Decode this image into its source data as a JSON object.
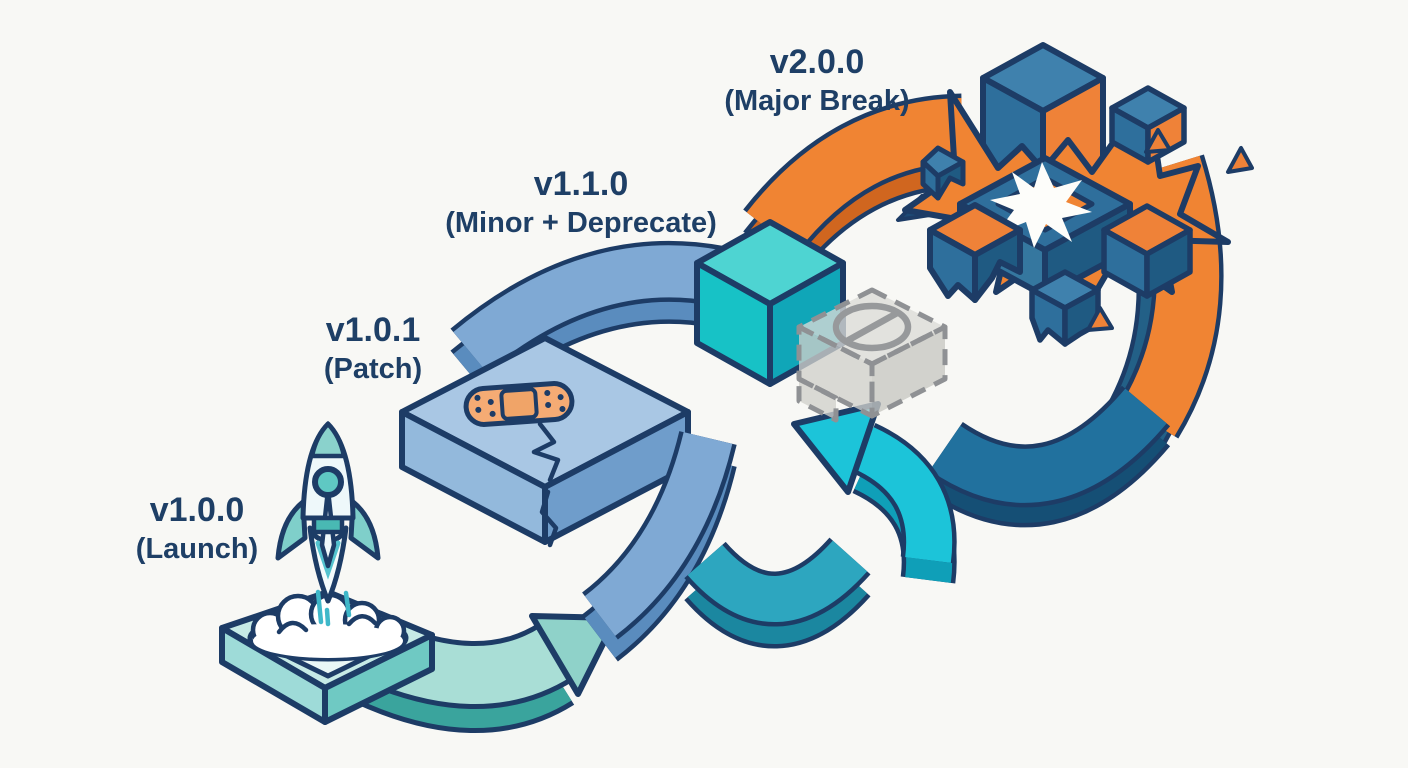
{
  "diagram": {
    "background_color": "#f8f8f5",
    "outline_color": "#1d3c66",
    "text_color": "#1e3f66",
    "stages": [
      {
        "version": "v1.0.0",
        "label": "(Launch)",
        "icon": "rocket-launchpad-icon",
        "accent": "#4fc1ba"
      },
      {
        "version": "v1.0.1",
        "label": "(Patch)",
        "icon": "bandaid-on-cracked-platform-icon",
        "accent": "#8fb4da"
      },
      {
        "version": "v1.1.0",
        "label": "(Minor + Deprecate)",
        "icon": "new-cube-and-deprecated-cube-icon",
        "accent": "#1cc4d9"
      },
      {
        "version": "v2.0.0",
        "label": "(Major Break)",
        "icon": "exploding-broken-cubes-icon",
        "accent": "#f08433"
      }
    ]
  }
}
